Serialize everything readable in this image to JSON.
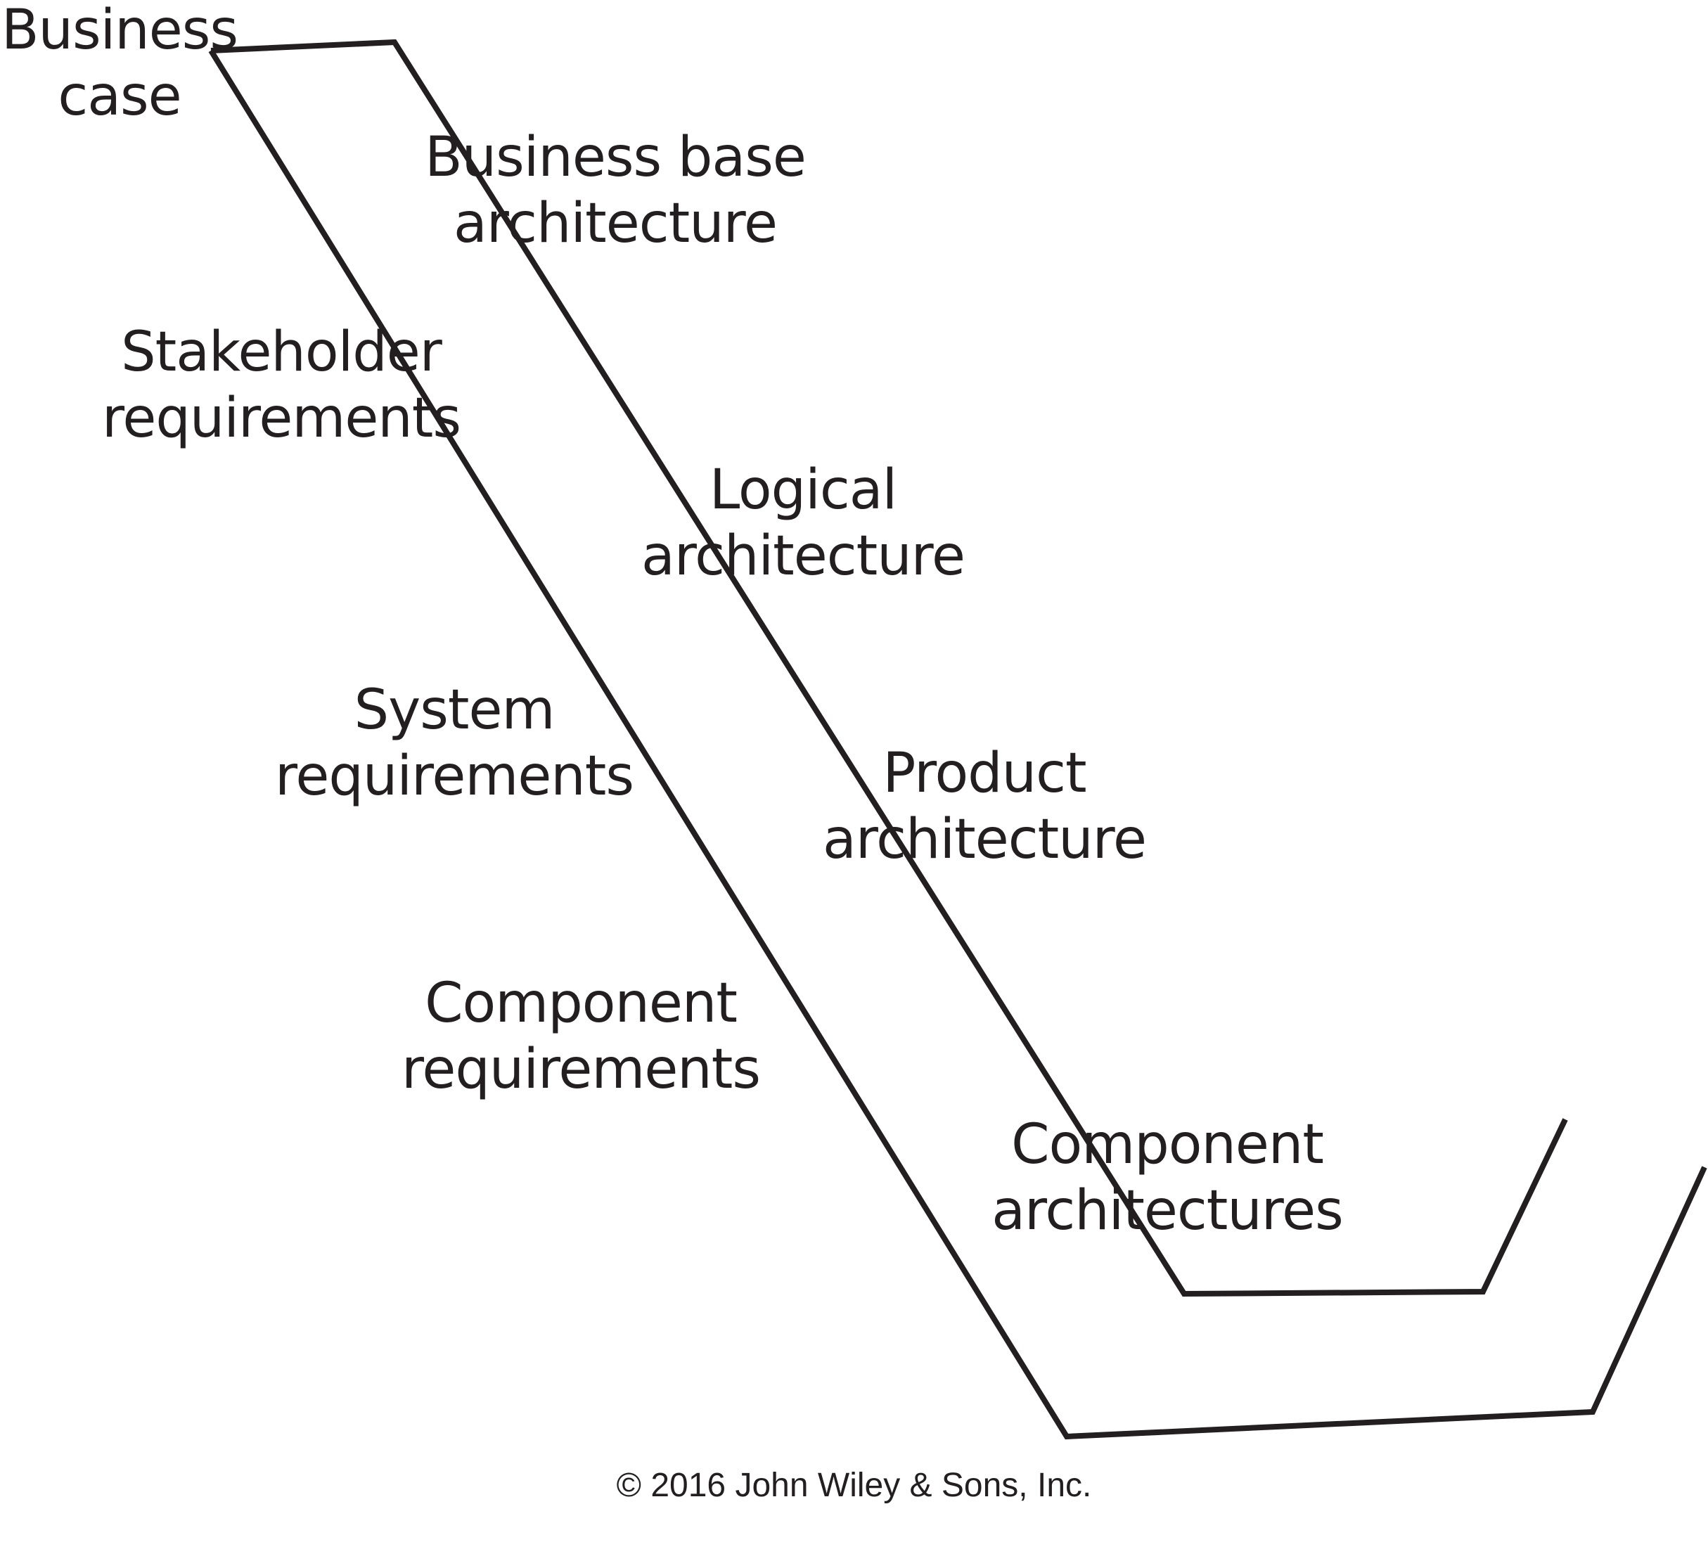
{
  "labels": {
    "business_case": [
      "Business",
      "case"
    ],
    "business_base_architecture": [
      "Business base",
      "architecture"
    ],
    "stakeholder_requirements": [
      "Stakeholder",
      "requirements"
    ],
    "logical_architecture": [
      "Logical",
      "architecture"
    ],
    "system_requirements": [
      "System",
      "requirements"
    ],
    "product_architecture": [
      "Product",
      "architecture"
    ],
    "component_requirements": [
      "Component",
      "requirements"
    ],
    "component_architectures": [
      "Component",
      "architectures"
    ]
  },
  "copyright": "© 2016 John Wiley & Sons, Inc.",
  "colors": {
    "ink": "#231f20",
    "background": "#ffffff"
  }
}
